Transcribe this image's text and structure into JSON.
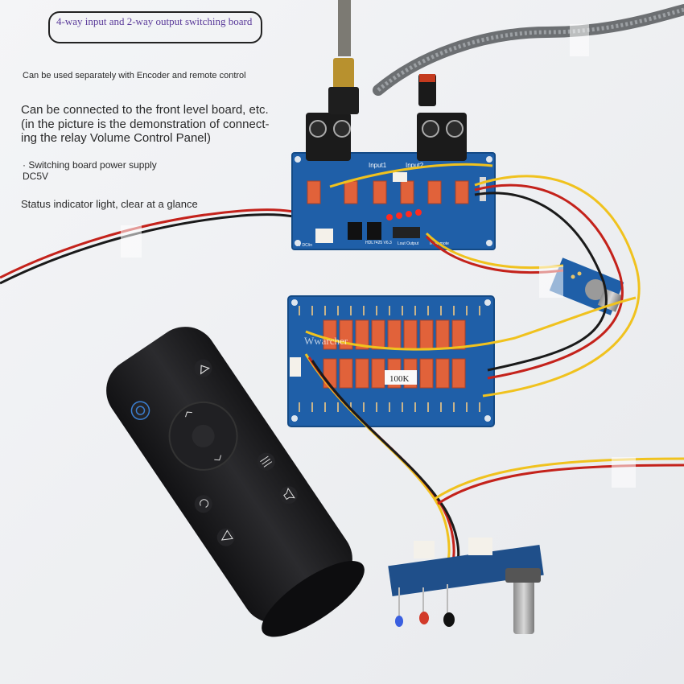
{
  "photo": {
    "title_badge": "4-way input and 2-way output switching board",
    "annotations": {
      "separate_use": "Can be used separately with Encoder and remote control",
      "front_level": "Can be connected to the front level board, etc.\n(in the picture is the demonstration of connect-\ning the relay Volume Control Panel)",
      "power_supply": "· Switching board power supply\nDC5V",
      "status_light": "Status indicator light, clear at a glance"
    },
    "watermark": "Wwarcher"
  },
  "board_top": {
    "input1_label": "Input1",
    "input2_label": "Input2",
    "model_label": "HDL7425 V6.3",
    "dc_label": "5V DC/in",
    "output_label": "Lout Output",
    "remote_label": "IR Remote"
  },
  "board_mid": {
    "resistor_note": "100K"
  },
  "colors": {
    "pcb_blue": "#1f5fa8",
    "relay_orange": "#e1623a",
    "wire_red": "#c4221b",
    "wire_yellow": "#f0c21e",
    "remote_black": "#1c1c1e",
    "remote_icon_blue": "#3b7fd1"
  },
  "icons": [
    "power-icon",
    "home-icon",
    "dpad-icon",
    "menu-icon",
    "back-icon",
    "volume-icon",
    "return-icon"
  ]
}
